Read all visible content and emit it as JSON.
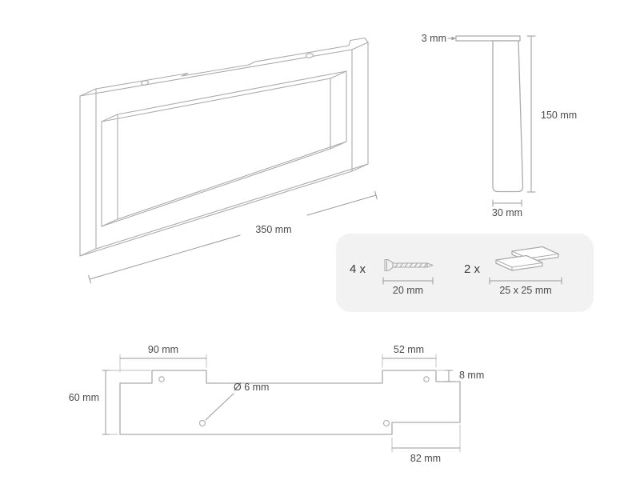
{
  "main_view": {
    "length": "350 mm"
  },
  "side_view": {
    "thickness": "3 mm",
    "height": "150 mm",
    "width": "30 mm"
  },
  "hardware_panel": {
    "screws_qty": "4 x",
    "screw_length": "20 mm",
    "pads_qty": "2 x",
    "pad_size": "25 x 25 mm"
  },
  "profile_view": {
    "left_tab_width": "90 mm",
    "right_tab_width": "52 mm",
    "tab_height": "8 mm",
    "total_height": "60 mm",
    "hole_diameter": "Ø 6 mm",
    "bottom_right_width": "82 mm"
  },
  "colors": {
    "outline": "#ababab",
    "dimension": "#9a9a9a",
    "text": "#4a4a4a",
    "panel_background": "#f2f2f3",
    "background": "#ffffff"
  }
}
